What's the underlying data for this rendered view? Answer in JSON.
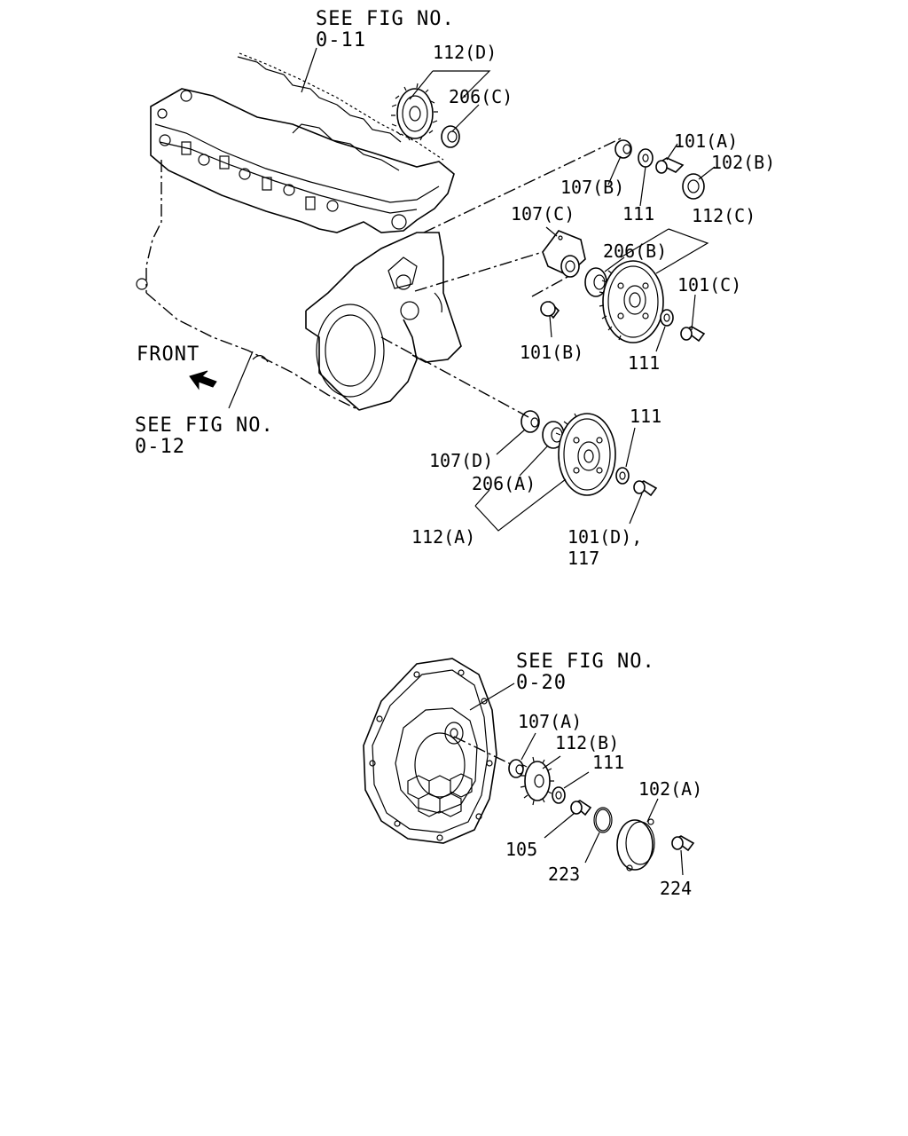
{
  "refs": {
    "fig_0_11": {
      "line1": "SEE FIG NO.",
      "line2": "0-11"
    },
    "fig_0_12": {
      "line1": "SEE FIG NO.",
      "line2": "0-12"
    },
    "fig_0_20": {
      "line1": "SEE FIG NO.",
      "line2": "0-20"
    }
  },
  "front_label": "FRONT",
  "parts": {
    "p112D": "112(D)",
    "p206C": "206(C)",
    "p101A": "101(A)",
    "p102B": "102(B)",
    "p107B": "107(B)",
    "p111_top": "111",
    "p107C": "107(C)",
    "p112C": "112(C)",
    "p206B": "206(B)",
    "p101C": "101(C)",
    "p101B": "101(B)",
    "p111_mid": "111",
    "p111_low": "111",
    "p107D": "107(D)",
    "p206A": "206(A)",
    "p112A": "112(A)",
    "p101D": "101(D),",
    "p117": "117",
    "p107A": "107(A)",
    "p112B": "112(B)",
    "p111_bot": "111",
    "p102A": "102(A)",
    "p105": "105",
    "p223": "223",
    "p224": "224"
  }
}
